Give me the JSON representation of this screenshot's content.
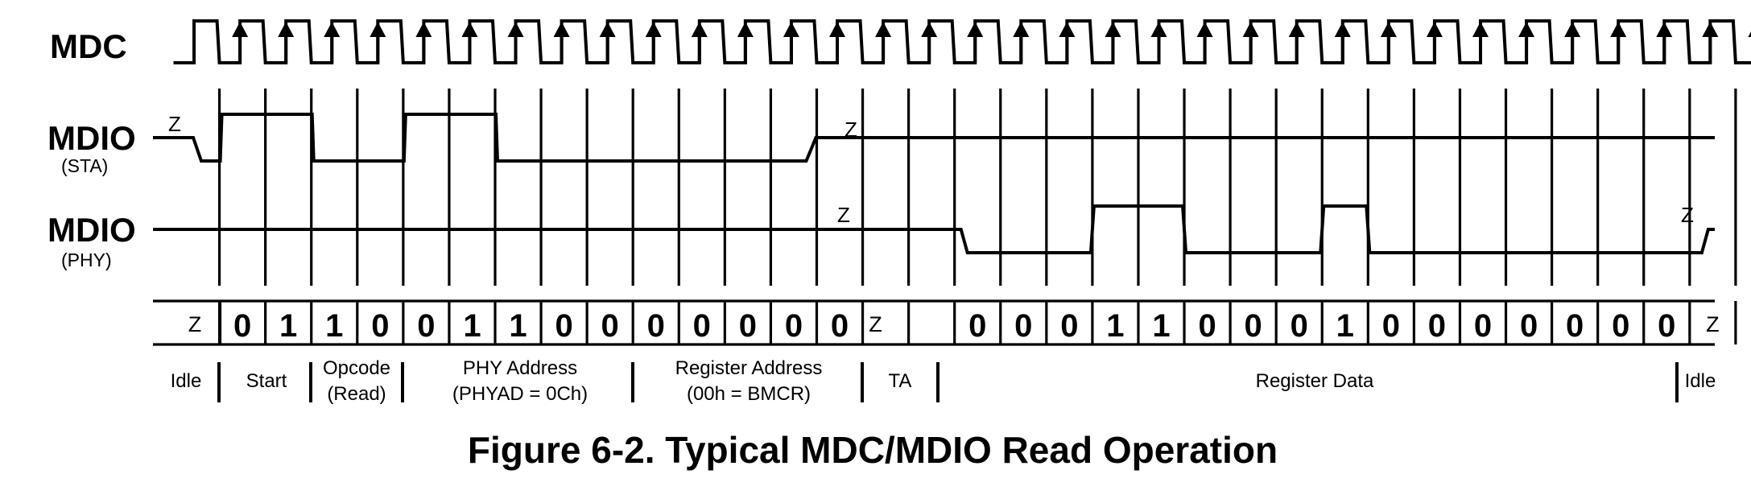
{
  "signals": {
    "mdc": {
      "name": "MDC"
    },
    "mdio_sta": {
      "name": "MDIO",
      "sub": "(STA)"
    },
    "mdio_phy": {
      "name": "MDIO",
      "sub": "(PHY)"
    }
  },
  "z_label": "Z",
  "sta_levels": [
    "Z",
    "0",
    "1",
    "1",
    "0",
    "0",
    "1",
    "1",
    "0",
    "0",
    "0",
    "0",
    "0",
    "0",
    "0",
    "Z"
  ],
  "phy_levels": [
    "Z",
    "Z",
    "Z",
    "Z",
    "Z",
    "Z",
    "Z",
    "Z",
    "Z",
    "Z",
    "Z",
    "Z",
    "Z",
    "Z",
    "Z",
    "Z",
    "Z",
    "0",
    "0",
    "0",
    "1",
    "1",
    "0",
    "0",
    "0",
    "1",
    "0",
    "0",
    "0",
    "0",
    "0",
    "0",
    "0",
    "0",
    "Z"
  ],
  "bit_row": {
    "leading_z": "Z",
    "bits": [
      "0",
      "1",
      "1",
      "0",
      "0",
      "1",
      "1",
      "0",
      "0",
      "0",
      "0",
      "0",
      "0",
      "0"
    ],
    "turnaround_z": "Z",
    "data_bits": [
      "0",
      "0",
      "0",
      "1",
      "1",
      "0",
      "0",
      "0",
      "1",
      "0",
      "0",
      "0",
      "0",
      "0",
      "0",
      "0"
    ],
    "trailing_z": "Z"
  },
  "fields": [
    {
      "id": "idle1",
      "label": "Idle"
    },
    {
      "id": "start",
      "label": "Start"
    },
    {
      "id": "opcode",
      "line1": "Opcode",
      "line2": "(Read)"
    },
    {
      "id": "phy_address",
      "line1": "PHY Address",
      "line2": "(PHYAD = 0Ch)"
    },
    {
      "id": "register_address",
      "line1": "Register Address",
      "line2": "(00h = BMCR)"
    },
    {
      "id": "ta",
      "label": "TA"
    },
    {
      "id": "register_data",
      "label": "Register Data"
    },
    {
      "id": "idle2",
      "label": "Idle"
    }
  ],
  "caption": "Figure 6-2. Typical MDC/MDIO Read Operation"
}
